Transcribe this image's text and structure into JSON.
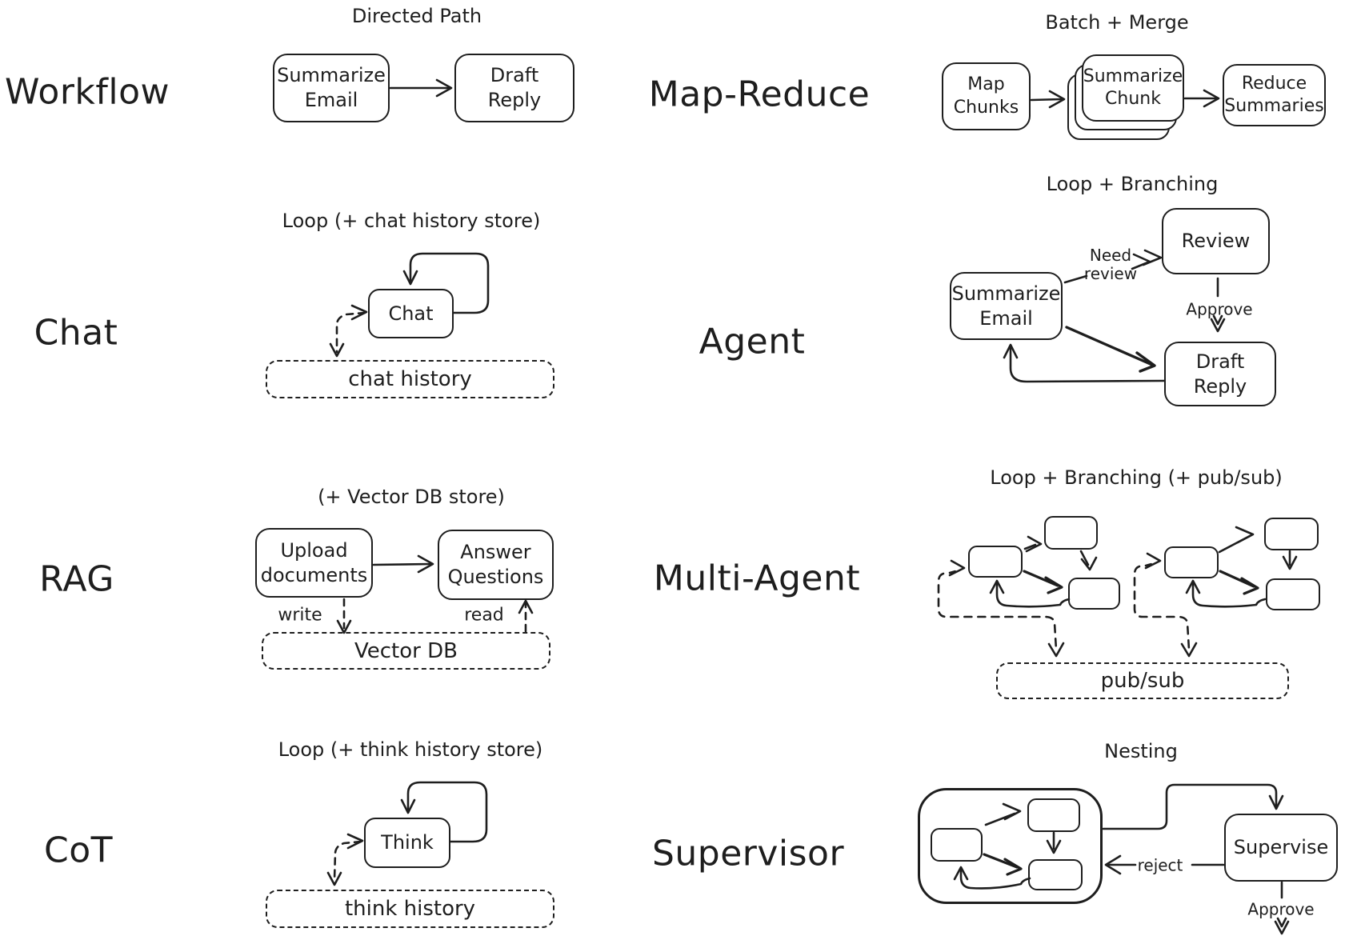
{
  "canvas": {
    "background": "#ffffff",
    "stroke_color": "#1e1e1e"
  },
  "sections": {
    "workflow": {
      "label": "Workflow",
      "title": "Directed Path",
      "node_summarize": "Summarize\nEmail",
      "node_draft": "Draft\nReply"
    },
    "map_reduce": {
      "label": "Map-Reduce",
      "title": "Batch + Merge",
      "node_map": "Map\nChunks",
      "node_summarize": "Summarize\nChunk",
      "node_reduce": "Reduce\nSummaries"
    },
    "chat": {
      "label": "Chat",
      "title": "Loop (+ chat history store)",
      "node_chat": "Chat",
      "store": "chat history"
    },
    "agent": {
      "label": "Agent",
      "title": "Loop + Branching",
      "node_summarize": "Summarize\nEmail",
      "node_review": "Review",
      "node_draft": "Draft\nReply",
      "edge_need_review": "Need\nreview",
      "edge_approve": "Approve"
    },
    "rag": {
      "label": "RAG",
      "title": "(+ Vector DB store)",
      "node_upload": "Upload\ndocuments",
      "node_answer": "Answer\nQuestions",
      "edge_write": "write",
      "edge_read": "read",
      "store": "Vector DB"
    },
    "multi_agent": {
      "label": "Multi-Agent",
      "title": "Loop + Branching (+ pub/sub)",
      "store": "pub/sub"
    },
    "cot": {
      "label": "CoT",
      "title": "Loop (+ think history store)",
      "node_think": "Think",
      "store": "think history"
    },
    "supervisor": {
      "label": "Supervisor",
      "title": "Nesting",
      "node_supervise": "Supervise",
      "edge_reject": "reject",
      "edge_approve": "Approve"
    }
  }
}
